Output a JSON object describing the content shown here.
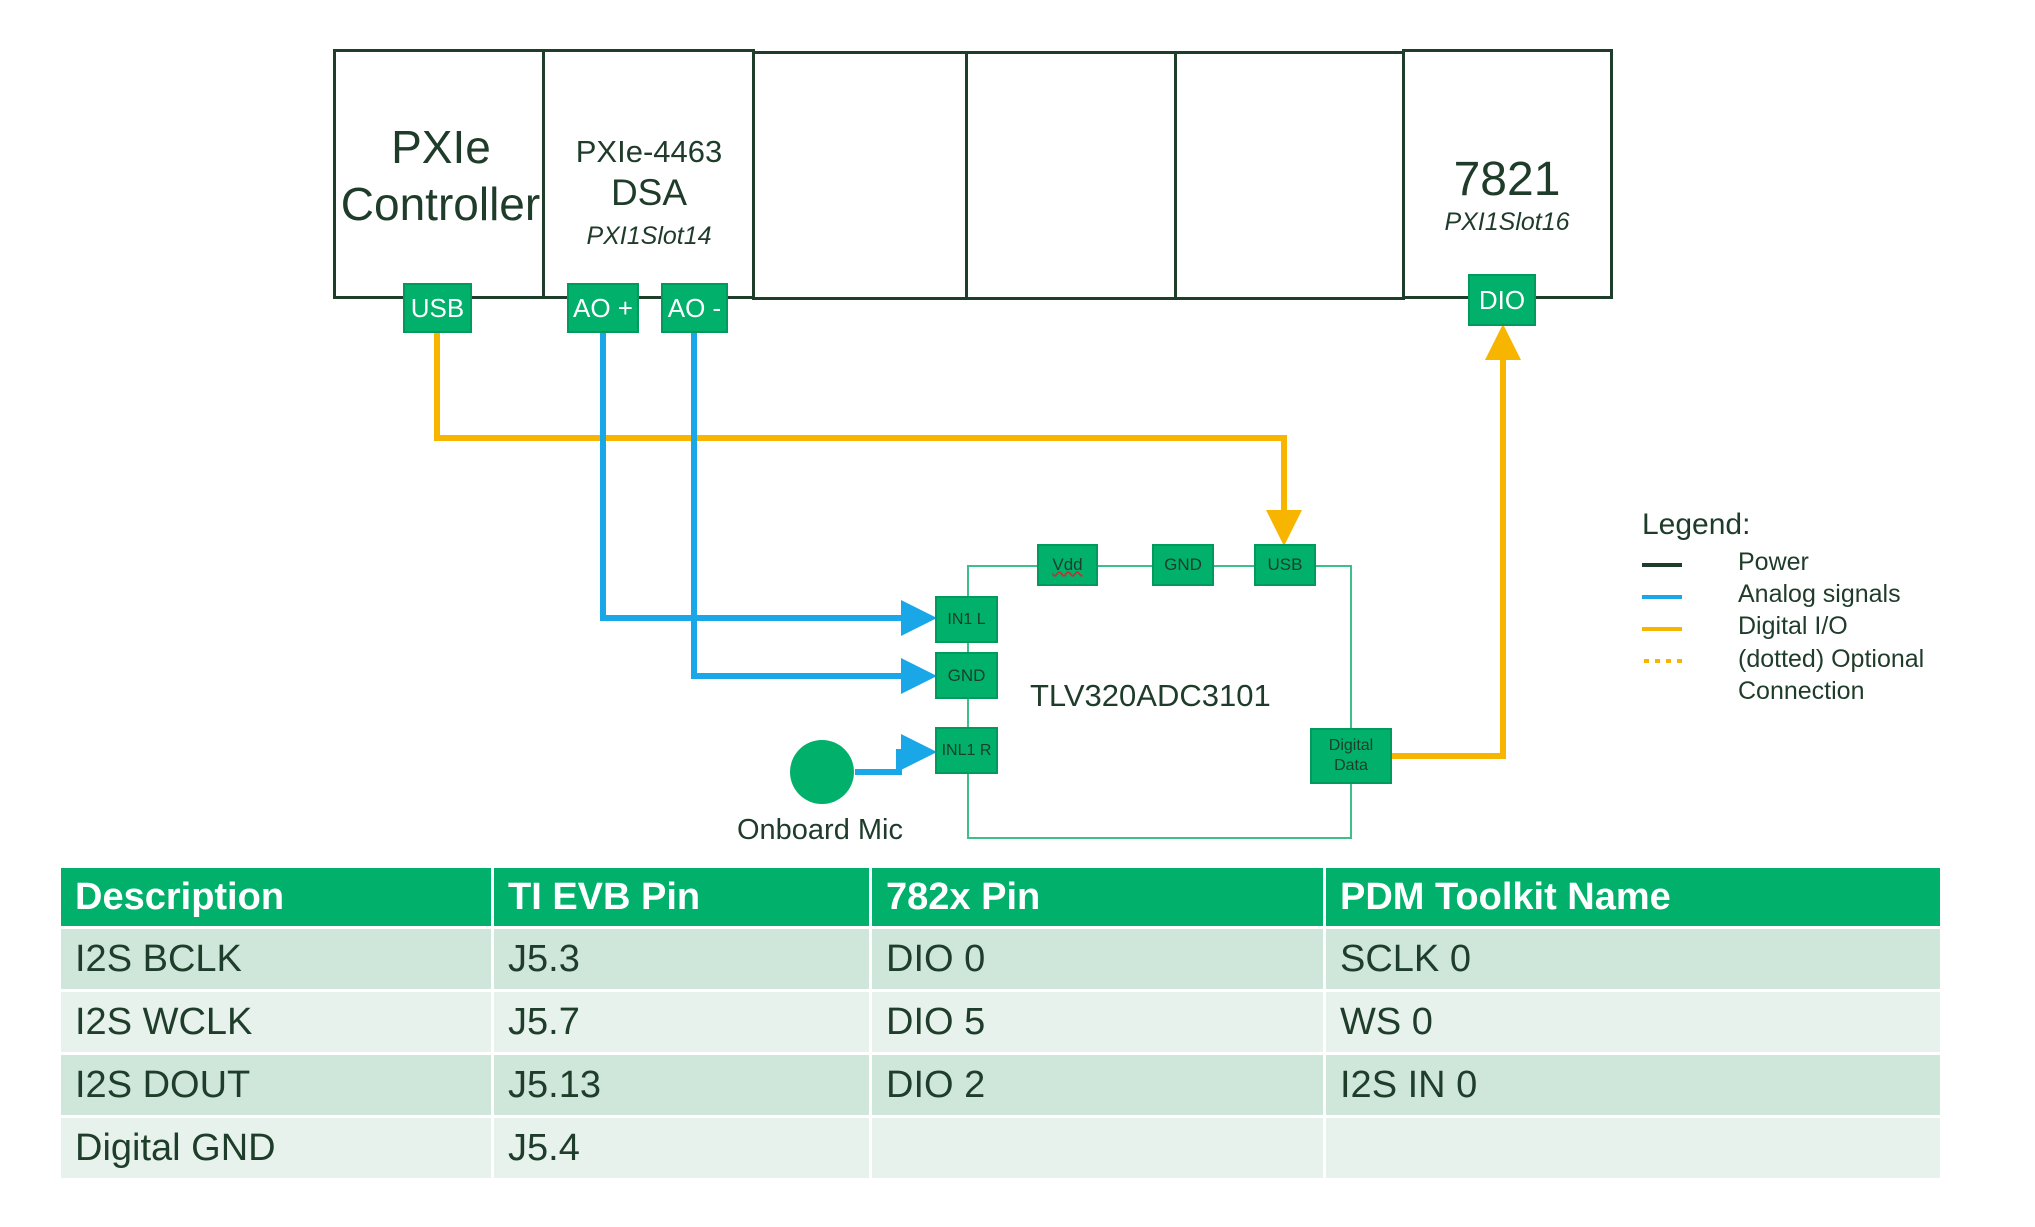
{
  "chassis": {
    "controller": {
      "line1": "PXIe",
      "line2": "Controller",
      "port": "USB"
    },
    "dsa": {
      "line1": "PXIe-4463",
      "line2": "DSA",
      "slot": "PXI1Slot14",
      "ports": [
        "AO +",
        "AO -"
      ]
    },
    "fpga": {
      "name": "7821",
      "slot": "PXI1Slot16",
      "port": "DIO"
    }
  },
  "board": {
    "name": "TLV320ADC3101",
    "top_ports": [
      "Vdd",
      "GND",
      "USB"
    ],
    "left_ports": [
      "IN1 L",
      "GND",
      "INL1 R"
    ],
    "right_port": {
      "line1": "Digital",
      "line2": "Data"
    }
  },
  "mic": {
    "label": "Onboard Mic"
  },
  "legend": {
    "title": "Legend:",
    "items": [
      {
        "label": "Power",
        "color": "#1e3d2b",
        "style": "solid"
      },
      {
        "label": "Analog signals",
        "color": "#1aa7e8",
        "style": "solid"
      },
      {
        "label": "Digital I/O",
        "color": "#f7b500",
        "style": "solid"
      },
      {
        "label": "(dotted) Optional",
        "color": "#f7b500",
        "style": "dotted"
      },
      {
        "label": "Connection"
      }
    ]
  },
  "table": {
    "headers": [
      "Description",
      "TI EVB Pin",
      "782x Pin",
      "PDM Toolkit Name"
    ],
    "rows": [
      [
        "I2S BCLK",
        "J5.3",
        "DIO 0",
        "SCLK 0"
      ],
      [
        "I2S WCLK",
        "J5.7",
        "DIO 5",
        "WS 0"
      ],
      [
        "I2S DOUT",
        "J5.13",
        "DIO 2",
        "I2S IN 0"
      ],
      [
        "Digital GND",
        "J5.4",
        "",
        ""
      ]
    ]
  },
  "colors": {
    "accent": "#00b06b",
    "analog": "#1aa7e8",
    "digital": "#f7b500",
    "power": "#1e3d2b"
  }
}
